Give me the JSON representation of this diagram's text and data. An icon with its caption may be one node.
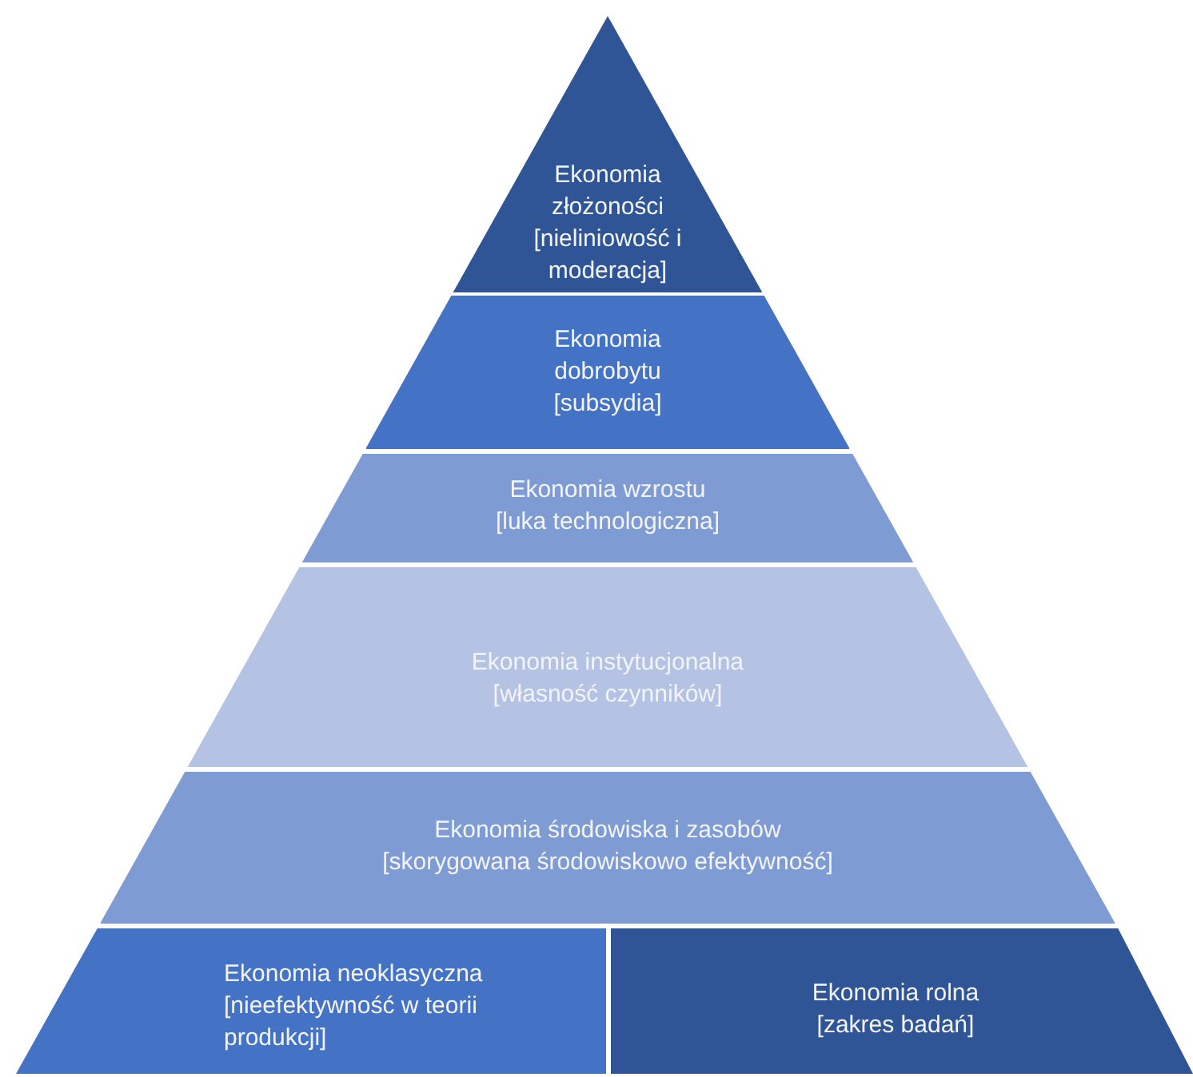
{
  "diagram": {
    "nodes": [
      {
        "text": [
          "Ekonomia złożoności",
          "[nieliniowość i moderacja]"
        ]
      },
      {
        "text": [
          "Ekonomia dobrobytu",
          "[subsydia]"
        ]
      },
      {
        "text": [
          "Ekonomia wzrostu",
          "[luka technologiczna]"
        ]
      },
      {
        "text": [
          "Ekonomia instytucjonalna",
          "[własność czynników]"
        ]
      },
      {
        "text": [
          "Ekonomia środowiska i zasobów",
          "[skorygowana środowiskowo efektywność]"
        ]
      },
      {
        "text": [
          "Ekonomia neoklasyczna",
          "[nieefektywność w teorii produkcji]"
        ]
      },
      {
        "text": [
          "Ekonomia rolna",
          "[zakres badań]"
        ]
      }
    ]
  }
}
